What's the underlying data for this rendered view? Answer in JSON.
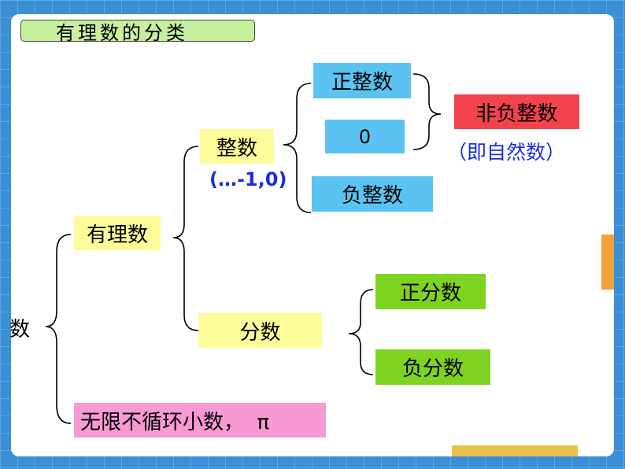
{
  "title": "有理数的分类",
  "root": "数",
  "rational": "有理数",
  "integer": "整数",
  "integer_examples": "(…-1,0)",
  "positive_integer": "正整数",
  "zero": "0",
  "negative_integer": "负整数",
  "nonnegative_integer": "非负整数",
  "natural_note": "（即自然数）",
  "fraction": "分数",
  "positive_fraction": "正分数",
  "negative_fraction": "负分数",
  "irrational": "无限不循环小数，  π",
  "colors": {
    "blue_box": "#5ac3f2",
    "yellow_box": "#fdfc9a",
    "green_box": "#7ed321",
    "red_box": "#f2424c",
    "pink_box": "#f79ad2",
    "title_box": "#c6ef9e"
  }
}
